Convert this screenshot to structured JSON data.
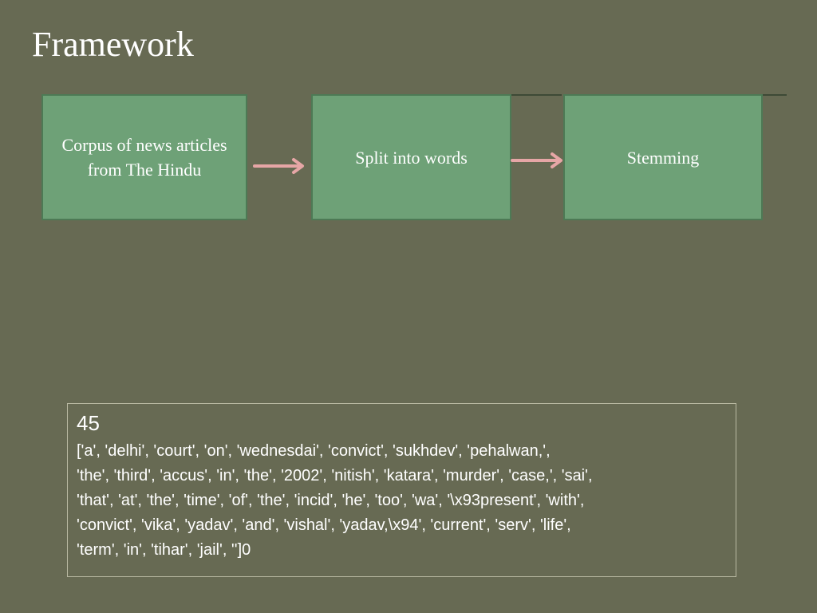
{
  "slide": {
    "title": "Framework"
  },
  "flow": {
    "steps": [
      {
        "label": "Corpus of news articles from The Hindu"
      },
      {
        "label": "Split into words"
      },
      {
        "label": "Stemming"
      }
    ],
    "arrow_color": "#e6a6a6"
  },
  "output": {
    "count": "45",
    "text": "['a', 'delhi', 'court', 'on', 'wednesdai', 'convict', 'sukhdev', 'pehalwan,',\n'the', 'third', 'accus', 'in', 'the', '2002', 'nitish', 'katara', 'murder', 'case,', 'sai',\n'that', 'at', 'the', 'time', 'of', 'the', 'incid', 'he', 'too', 'wa', '\\x93present', 'with',\n'convict', 'vika', 'yadav', 'and', 'vishal', 'yadav,\\x94', 'current', 'serv', 'life',\n'term', 'in', 'tihar', 'jail', '']0"
  },
  "colors": {
    "background": "#676a53",
    "box_fill": "#6ea177",
    "box_border": "#4d7a55",
    "text": "#ffffff"
  }
}
